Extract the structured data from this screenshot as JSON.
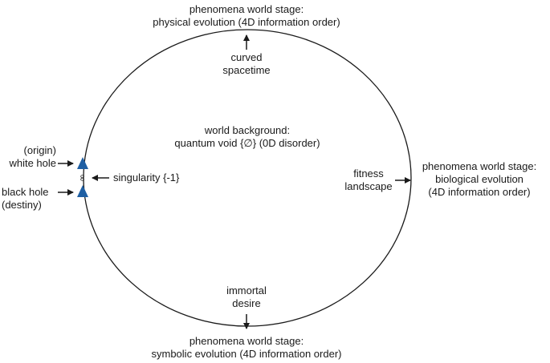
{
  "stages": {
    "top": {
      "line1": "phenomena world stage:",
      "line2": "physical evolution (4D information order)"
    },
    "right": {
      "line1": "phenomena world stage:",
      "line2": "biological evolution",
      "line3": "(4D information order)"
    },
    "bottom": {
      "line1": "phenomena world stage:",
      "line2": "symbolic evolution (4D information order)"
    }
  },
  "inner": {
    "top": {
      "line1": "curved",
      "line2": "spacetime"
    },
    "right": {
      "line1": "fitness",
      "line2": "landscape"
    },
    "bottom": {
      "line1": "immortal",
      "line2": "desire"
    }
  },
  "background": {
    "line1": "world background:",
    "line2": "quantum void {∅} (0D disorder)"
  },
  "left": {
    "white_hole": {
      "line1": "(origin)",
      "line2": "white hole"
    },
    "black_hole": {
      "line1": "black hole",
      "line2": "(destiny)"
    },
    "singularity": "singularity {-1}",
    "infinity_symbol": "∞"
  },
  "colors": {
    "triangle": "#1f5fa3",
    "line": "#1a1a1a",
    "text": "#1a1a1a"
  }
}
